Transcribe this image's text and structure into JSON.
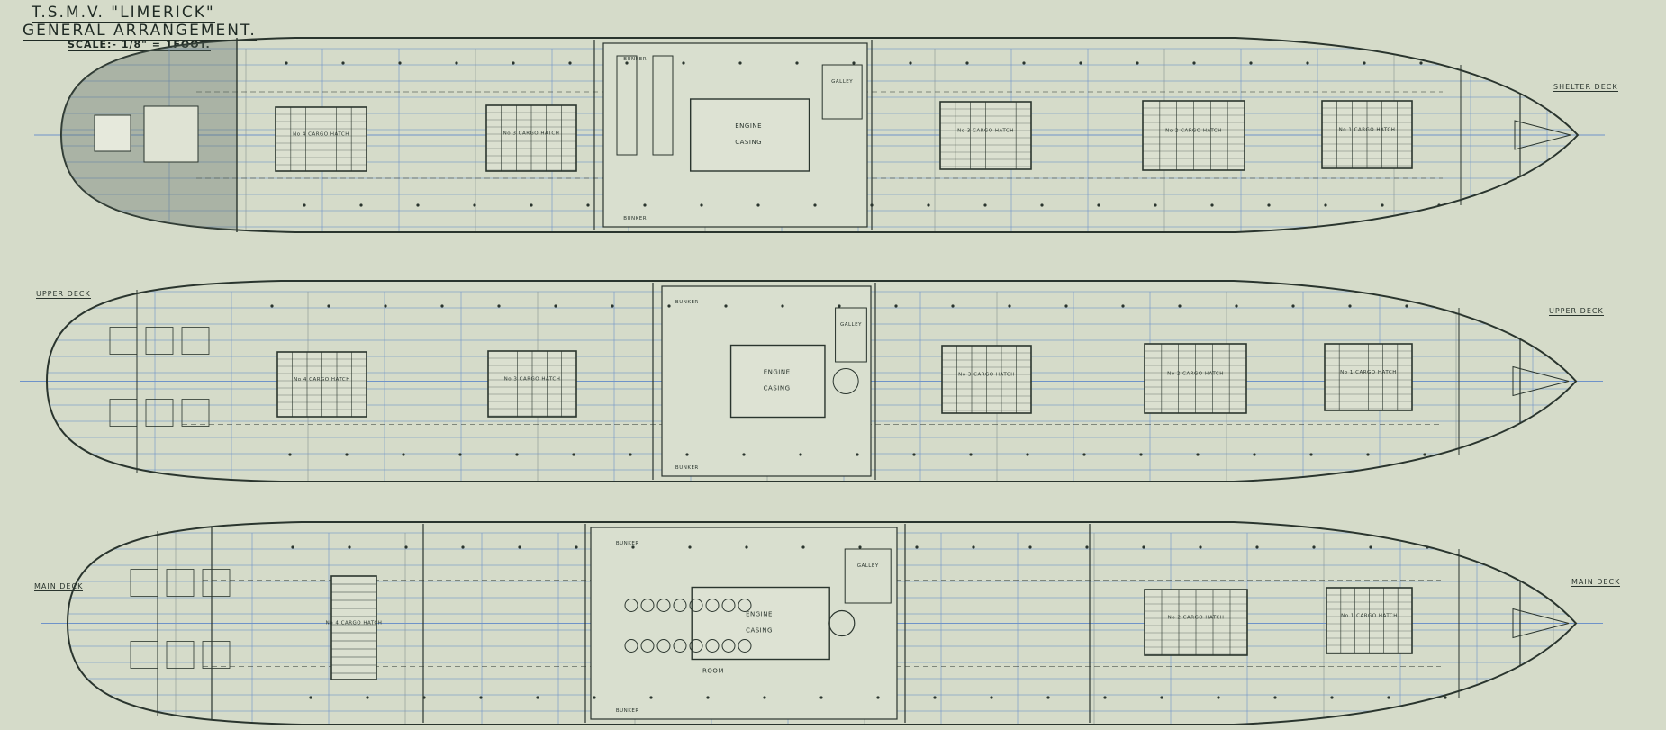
{
  "title": {
    "ship": "T.S.M.V. \"LIMERICK\"",
    "drawing": "GENERAL ARRANGEMENT.",
    "scale": "SCALE:- 1/8\" = 1FOOT."
  },
  "decks": [
    {
      "name": "SHELTER DECK",
      "position": "top"
    },
    {
      "name": "UPPER DECK",
      "position": "middle"
    },
    {
      "name": "MAIN DECK",
      "position": "bottom"
    }
  ],
  "labels": {
    "hatch_no4": "No 4 CARGO HATCH",
    "hatch_no3": "No 3 CARGO HATCH",
    "hatch_no2": "No 2 CARGO HATCH",
    "hatch_no1": "No 1 CARGO HATCH",
    "engine": "ENGINE",
    "casing": "CASING",
    "galley": "GALLEY",
    "bunker": "BUNKER",
    "room": "ROOM"
  },
  "colors": {
    "paper": "#d5dbc9",
    "ink": "#2a352e",
    "blue_lines": "#6f93c9"
  }
}
